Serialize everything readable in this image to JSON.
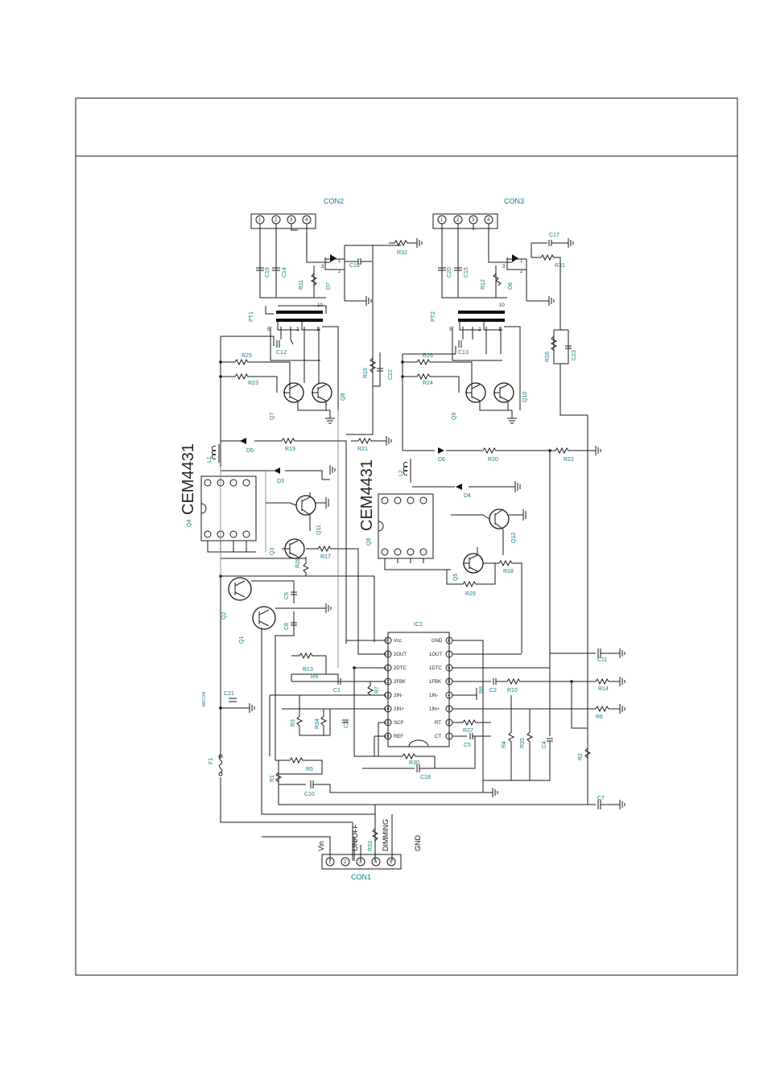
{
  "title_block": {
    "text": ""
  },
  "connectors": {
    "con2": {
      "label": "CON2",
      "pins": [
        "1",
        "2",
        "3",
        "4"
      ]
    },
    "con3": {
      "label": "CON3",
      "pins": [
        "1",
        "2",
        "3",
        "4"
      ]
    },
    "con1": {
      "label": "CON1",
      "pins": [
        "1",
        "2",
        "3",
        "4",
        "5"
      ],
      "signals": [
        "Vin",
        "ON/OFF",
        "R33",
        "DIMMING",
        "GND"
      ]
    }
  },
  "transformers": [
    "PT1",
    "PT2"
  ],
  "inductors": [
    "L1",
    "L2"
  ],
  "mosfets": {
    "q4": {
      "ref": "Q4",
      "part": "CEM4431"
    },
    "q6": {
      "ref": "Q6",
      "part": "CEM4431"
    }
  },
  "transistors": [
    "Q7",
    "Q8",
    "Q9",
    "Q10",
    "Q11",
    "Q3",
    "Q12",
    "Q5",
    "Q2",
    "Q1"
  ],
  "ic": {
    "ref": "IC1",
    "left_pins": [
      {
        "num": "9",
        "name": "Vcc"
      },
      {
        "num": "10",
        "name": "2OUT"
      },
      {
        "num": "11",
        "name": "2DTC"
      },
      {
        "num": "12",
        "name": "2FBK"
      },
      {
        "num": "13",
        "name": "2IN-"
      },
      {
        "num": "14",
        "name": "2IN+"
      },
      {
        "num": "15",
        "name": "SCP"
      },
      {
        "num": "16",
        "name": "REF"
      }
    ],
    "right_pins": [
      {
        "num": "8",
        "name": "GND"
      },
      {
        "num": "7",
        "name": "1OUT"
      },
      {
        "num": "6",
        "name": "1DTC"
      },
      {
        "num": "5",
        "name": "1FBK"
      },
      {
        "num": "4",
        "name": "1IN-"
      },
      {
        "num": "3",
        "name": "1IN+"
      },
      {
        "num": "2",
        "name": "RT"
      },
      {
        "num": "1",
        "name": "CT"
      }
    ]
  },
  "resistors": [
    "R1",
    "R2",
    "R3",
    "R4",
    "R5",
    "R6",
    "R7",
    "R8",
    "R9",
    "R10",
    "R11",
    "R12",
    "R13",
    "R14",
    "R15",
    "R16",
    "R17",
    "R18",
    "R19",
    "R20",
    "R21",
    "R22",
    "R23",
    "R24",
    "R25",
    "R26",
    "R27",
    "R28",
    "R29",
    "R30",
    "R31",
    "R32",
    "R33",
    "R34",
    "R35"
  ],
  "capacitors": [
    "C1",
    "C2",
    "C3",
    "C4",
    "C5",
    "C6",
    "C7",
    "C8",
    "C9",
    "C10",
    "C11",
    "C12",
    "C13",
    "C14",
    "C15",
    "C16",
    "C17",
    "C18",
    "C19",
    "C20",
    "C21",
    "C22",
    "C23"
  ],
  "diodes": [
    "D3",
    "D4",
    "D5",
    "D6",
    "D7",
    "D8"
  ],
  "fuse": {
    "ref": "F1"
  },
  "misc": {
    "nkcon": "NKCON"
  }
}
